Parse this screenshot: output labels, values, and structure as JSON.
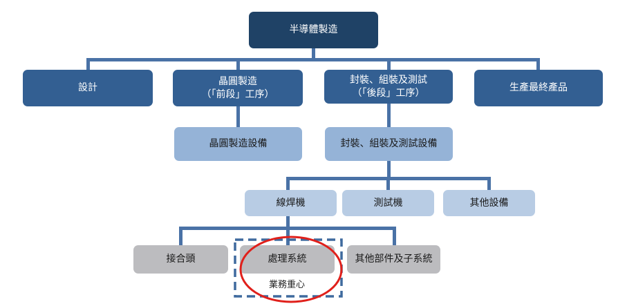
{
  "root": "半導體製造",
  "level1": [
    {
      "line1": "設計",
      "line2": ""
    },
    {
      "line1": "晶圓製造",
      "line2": "（「前段」工序）"
    },
    {
      "line1": "封裝、組裝及測試",
      "line2": "（「後段」工序）"
    },
    {
      "line1": "生產最終產品",
      "line2": ""
    }
  ],
  "level2": [
    "晶圓製造設備",
    "封裝、組裝及測試設備"
  ],
  "level3": [
    "線焊機",
    "測試機",
    "其他設備"
  ],
  "level4": [
    "接合頭",
    "處理系統",
    "其他部件及子系統"
  ],
  "focus_label": "業務重心",
  "colors": {
    "line": "#4a72a6",
    "highlight": "#e0201b",
    "dashed": "#3f6a9e"
  }
}
